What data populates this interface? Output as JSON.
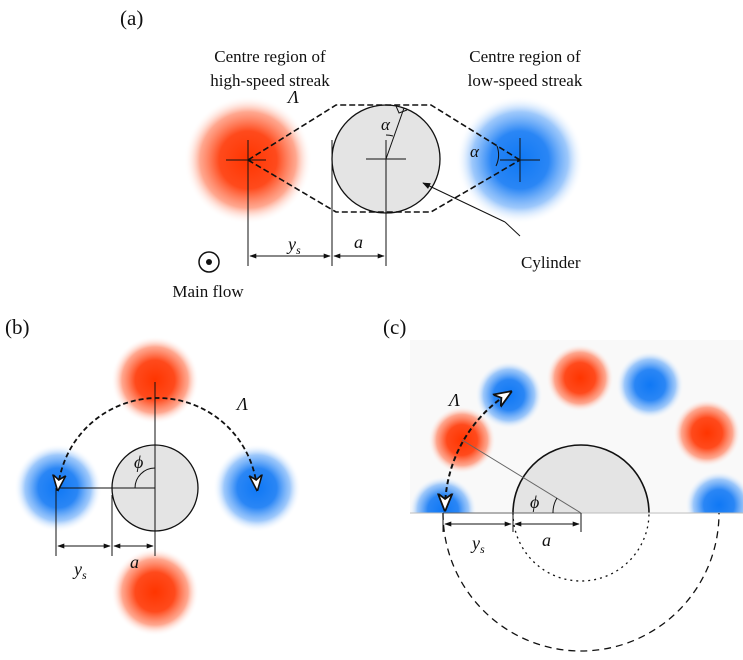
{
  "panel_a": {
    "tag": "(a)",
    "high_label_1": "Centre region of",
    "high_label_2": "high-speed streak",
    "low_label_1": "Centre region of",
    "low_label_2": "low-speed streak",
    "lambda": "Λ",
    "alpha_1": "α",
    "alpha_2": "α",
    "ys": "y",
    "ys_sub": "s",
    "a": "a",
    "cylinder": "Cylinder",
    "main_flow": "Main flow"
  },
  "panel_b": {
    "tag": "(b)",
    "lambda": "Λ",
    "phi": "ϕ",
    "ys": "y",
    "ys_sub": "s",
    "a": "a"
  },
  "panel_c": {
    "tag": "(c)",
    "lambda": "Λ",
    "phi": "ϕ",
    "ys": "y",
    "ys_sub": "s",
    "a": "a"
  },
  "colors": {
    "high_speed": "#ff3b10",
    "low_speed": "#1a7ff5",
    "cylinder_fill": "#e4e4e4"
  }
}
